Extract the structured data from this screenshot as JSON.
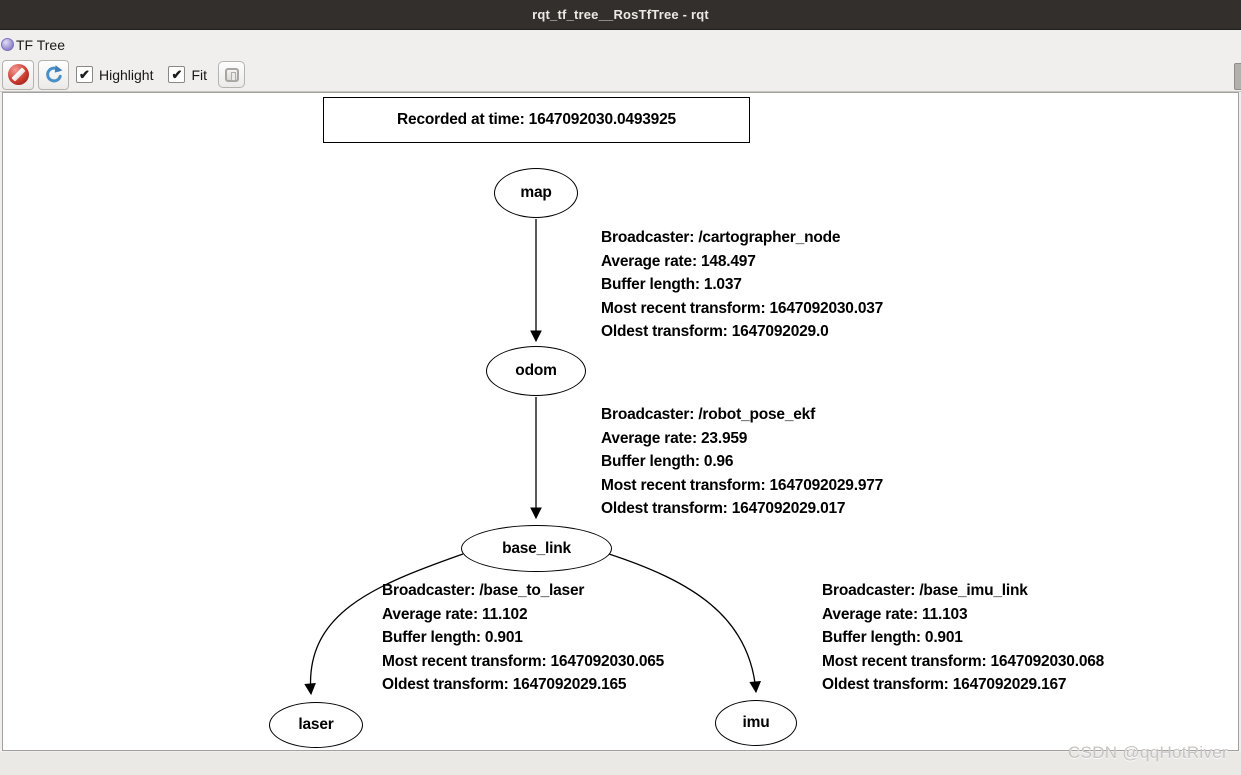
{
  "titlebar": {
    "title": "rqt_tf_tree__RosTfTree - rqt"
  },
  "dock": {
    "title": "TF Tree",
    "icon": "plugin-icon"
  },
  "toolbar": {
    "ban_button_icon": "ban-icon",
    "refresh_button_icon": "refresh-icon",
    "save_button_icon": "save-image-icon",
    "highlight_label": "Highlight",
    "highlight_checked": true,
    "fit_label": "Fit",
    "fit_checked": true,
    "checkmark_glyph": "✔"
  },
  "graph": {
    "banner": "Recorded at time: 1647092030.0493925",
    "nodes": {
      "map": "map",
      "odom": "odom",
      "base_link": "base_link",
      "laser": "laser",
      "imu": "imu"
    },
    "edges": [
      {
        "from": "map",
        "to": "odom",
        "lines": [
          "Broadcaster: /cartographer_node",
          "Average rate: 148.497",
          "Buffer length: 1.037",
          "Most recent transform: 1647092030.037",
          "Oldest transform: 1647092029.0"
        ]
      },
      {
        "from": "odom",
        "to": "base_link",
        "lines": [
          "Broadcaster: /robot_pose_ekf",
          "Average rate: 23.959",
          "Buffer length: 0.96",
          "Most recent transform: 1647092029.977",
          "Oldest transform: 1647092029.017"
        ]
      },
      {
        "from": "base_link",
        "to": "laser",
        "lines": [
          "Broadcaster: /base_to_laser",
          "Average rate: 11.102",
          "Buffer length: 0.901",
          "Most recent transform: 1647092030.065",
          "Oldest transform: 1647092029.165"
        ]
      },
      {
        "from": "base_link",
        "to": "imu",
        "lines": [
          "Broadcaster: /base_imu_link",
          "Average rate: 11.103",
          "Buffer length: 0.901",
          "Most recent transform: 1647092030.068",
          "Oldest transform: 1647092029.167"
        ]
      }
    ]
  },
  "watermark": "CSDN @qqHotRiver",
  "colors": {
    "titlebar_bg": "#322f2d",
    "panel_bg": "#f0efed",
    "canvas_bg": "#ffffff",
    "accent_red": "#cc3b30",
    "accent_blue": "#4a90c8",
    "plugin_purple": "#978ccf"
  }
}
